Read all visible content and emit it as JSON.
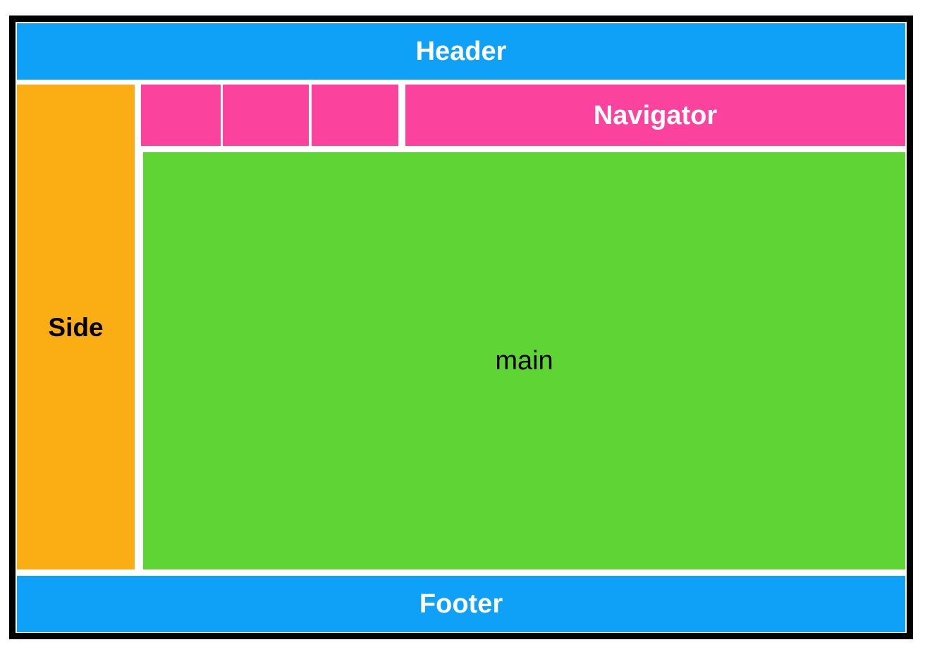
{
  "colors": {
    "frame_border": "#000000",
    "page_background": "#FFFFFF",
    "header": "#0FA0F8",
    "footer": "#0FA0F8",
    "navigator": "#FB429C",
    "nav_box": "#FB429C",
    "side": "#FBAE14",
    "main": "#5ED435",
    "light_text": "#FFFFFF",
    "dark_text": "#000000"
  },
  "sections": {
    "header": {
      "label": "Header"
    },
    "nav_boxes": [
      {
        "label": ""
      },
      {
        "label": ""
      },
      {
        "label": ""
      }
    ],
    "navigator": {
      "label": "Navigator"
    },
    "side": {
      "label": "Side"
    },
    "main": {
      "label": "main"
    },
    "footer": {
      "label": "Footer"
    }
  }
}
